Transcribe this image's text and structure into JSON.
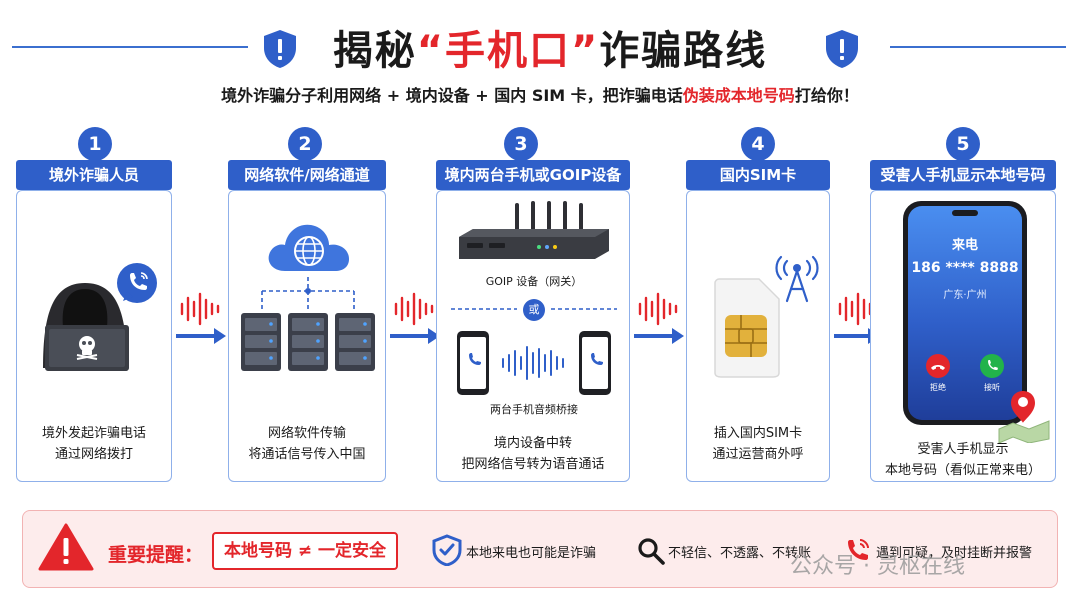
{
  "header": {
    "title_pre": "揭秘",
    "title_hl": "“手机口”",
    "title_post": "诈骗路线",
    "subtitle_pre": "境外诈骗分子利用网络 + 境内设备 + 国内 SIM 卡，把诈骗电话",
    "subtitle_hl": "伪装成本地号码",
    "subtitle_post": "打给你！"
  },
  "steps": [
    {
      "num": "1",
      "label": "境外诈骗人员",
      "desc1": "境外发起诈骗电话",
      "desc2": "通过网络拨打"
    },
    {
      "num": "2",
      "label": "网络软件/网络通道",
      "desc1": "网络软件传输",
      "desc2": "将通话信号传入中国"
    },
    {
      "num": "3",
      "label": "境内两台手机或GOIP设备",
      "desc1": "境内设备中转",
      "desc2": "把网络信号转为语音通话",
      "goip_caption": "GOIP 设备（网关）",
      "or_text": "或",
      "phones_caption": "两台手机音频桥接"
    },
    {
      "num": "4",
      "label": "国内SIM卡",
      "desc1": "插入国内SIM卡",
      "desc2": "通过运营商外呼"
    },
    {
      "num": "5",
      "label": "受害人手机显示本地号码",
      "desc1": "受害人手机显示",
      "desc2": "本地号码（看似正常来电）",
      "call_title": "来电",
      "call_number": "186 **** 8888",
      "call_location": "广东·广州",
      "reject": "拒绝",
      "accept": "接听"
    }
  ],
  "tips": {
    "title": "重要提醒：",
    "box": "本地号码 ≠ 一定安全",
    "item1": "本地来电也可能是诈骗",
    "item2": "不轻信、不透露、不转账",
    "item3": "遇到可疑，及时挂断并报警",
    "watermark": "公众号 · 灵枢在线"
  },
  "colors": {
    "primary_blue": "#2f5fc9",
    "alert_red": "#e3262b",
    "card_border": "#8fb0ea"
  },
  "icons": [
    "shield-icon",
    "hacker-icon",
    "phone-call-icon",
    "cloud-globe-icon",
    "server-icon",
    "goip-router-icon",
    "smartphone-icon",
    "sound-wave-icon",
    "sim-card-icon",
    "signal-tower-icon",
    "map-pin-icon",
    "warning-icon",
    "search-icon",
    "phone-alert-icon"
  ]
}
